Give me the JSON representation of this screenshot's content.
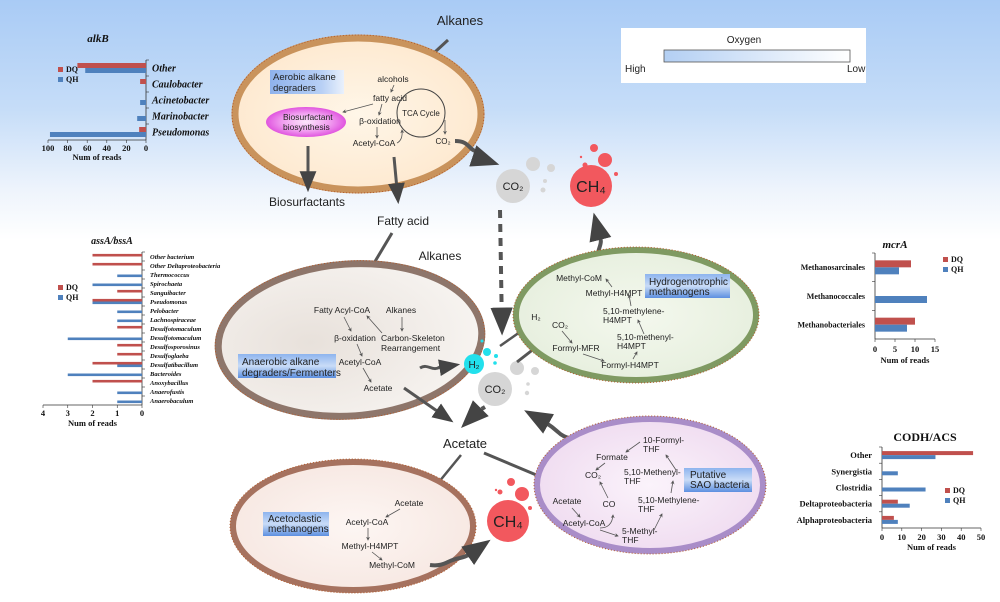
{
  "oxygen_legend": {
    "title": "Oxygen",
    "high_label": "High",
    "low_label": "Low"
  },
  "labels": {
    "alkanes_top": "Alkanes",
    "alkanes_mid": "Alkanes",
    "biosurfactants": "Biosurfactants",
    "fatty_acid": "Fatty acid",
    "acetate_center": "Acetate",
    "co2_bubble_top": "CO₂",
    "co2_bubble_center": "CO₂",
    "ch4_bubble_top": "CH₄",
    "ch4_bubble_bottom": "CH₄",
    "h2_bubble": "H₂"
  },
  "cells": {
    "aerobic": {
      "title": "Aerobic alkane degraders",
      "title_lines": [
        "Aerobic alkane",
        "degraders"
      ],
      "biosurfactant_lines": [
        "Biosurfactant",
        "biosynthesis"
      ],
      "nodes": {
        "alcohols": "alcohols",
        "fatty_acid": "fatty acid",
        "beta_oxidation": "β-oxidation",
        "acetyl_coa": "Acetyl-CoA",
        "tca": "TCA Cycle",
        "co2": "CO₂"
      }
    },
    "anaerobic": {
      "title_lines": [
        "Anaerobic alkane",
        "degraders/Fermenters"
      ],
      "nodes": {
        "fatty_acyl_coa": "Fatty Acyl-CoA",
        "alkanes": "Alkanes",
        "beta_oxidation": "β-oxidation",
        "csr1": "Carbon-Skeleton",
        "csr2": "Rearrangement",
        "acetyl_coa": "Acetyl-CoA",
        "acetate": "Acetate"
      }
    },
    "hydrogenotrophic": {
      "title_lines": [
        "Hydrogenotrophic",
        "methanogens"
      ],
      "nodes": {
        "methyl_com": "Methyl-CoM",
        "methyl_h4mpt": "Methyl-H4MPT",
        "methylene1": "5,10-methylene-",
        "methylene2": "H4MPT",
        "methenyl1": "5,10-methenyl-",
        "methenyl2": "H4MPT",
        "h2": "H₂",
        "co2": "CO₂",
        "formyl_mfr": "Formyl-MFR",
        "formyl_h4mpt": "Formyl-H4MPT"
      }
    },
    "sao": {
      "title_lines": [
        "Putative",
        "SAO bacteria"
      ],
      "nodes": {
        "formyl1": "10-Formyl-",
        "formyl2": "THF",
        "formate": "Formate",
        "co2": "CO₂",
        "methenyl1": "5,10-Methenyl-",
        "methenyl2": "THF",
        "acetate": "Acetate",
        "co": "CO",
        "methylene1": "5,10-Methylene-",
        "methylene2": "THF",
        "acetyl_coa": "Acetyl-CoA",
        "methyl1": "5-Methyl-",
        "methyl2": "THF"
      }
    },
    "acetoclastic": {
      "title_lines": [
        "Acetoclastic",
        "methanogens"
      ],
      "nodes": {
        "acetate": "Acetate",
        "acetyl_coa": "Acetyl-CoA",
        "methyl_h4mpt": "Methyl-H4MPT",
        "methyl_com": "Methyl-CoM"
      }
    }
  },
  "colors": {
    "DQ": "#c0504d",
    "QH": "#4f81bd"
  },
  "chart_data": [
    {
      "id": "alkB",
      "type": "bar",
      "orientation": "horizontal",
      "reversed_x": true,
      "title": "alkB",
      "xlabel": "Num of reads",
      "ylabel": "",
      "xlim": [
        0,
        100
      ],
      "xticks": [
        100,
        80,
        60,
        40,
        20,
        0
      ],
      "categories": [
        "Other",
        "Caulobacter",
        "Acinetobacter",
        "Marinobacter",
        "Pseudomonas"
      ],
      "series": [
        {
          "name": "DQ",
          "values": [
            70,
            6,
            0,
            0,
            7
          ]
        },
        {
          "name": "QH",
          "values": [
            62,
            0,
            6,
            9,
            98
          ]
        }
      ],
      "legend": "left"
    },
    {
      "id": "assA_bssA",
      "type": "bar",
      "orientation": "horizontal",
      "reversed_x": true,
      "title": "assA/bssA",
      "xlabel": "Num of reads",
      "ylabel": "",
      "xlim": [
        0,
        4
      ],
      "xticks": [
        4,
        3,
        2,
        1,
        0
      ],
      "categories": [
        "Other bacterium",
        "Other Deltaproteobacteria",
        "Thermococcus",
        "Spirochaeta",
        "Sanguibacter",
        "Pseudomonas",
        "Pelobacter",
        "Lachnospiraceae",
        "Desulfotomaculum",
        "Desulfotomaculum",
        "Desulfosporosinus",
        "Desulfoglaeba",
        "Desulfatibacillum",
        "Bacteroides",
        "Anoxybacillus",
        "Anaerofustis",
        "Anaerobaculum"
      ],
      "series": [
        {
          "name": "DQ",
          "values": [
            2,
            2,
            0,
            0,
            1,
            2,
            0,
            0,
            1,
            0,
            1,
            1,
            2,
            0,
            2,
            0,
            0
          ]
        },
        {
          "name": "QH",
          "values": [
            0,
            0,
            1,
            2,
            0,
            2,
            1,
            1,
            0,
            3,
            0,
            0,
            1,
            3,
            0,
            1,
            1
          ]
        }
      ],
      "legend": "left"
    },
    {
      "id": "mcrA",
      "type": "bar",
      "orientation": "horizontal",
      "title": "mcrA",
      "xlabel": "Num of reads",
      "ylabel": "",
      "xlim": [
        0,
        15
      ],
      "xticks": [
        0,
        5,
        10,
        15
      ],
      "categories": [
        "Methanosarcinales",
        "Methanococcales",
        "Methanobacteriales"
      ],
      "series": [
        {
          "name": "DQ",
          "values": [
            9,
            0,
            10
          ]
        },
        {
          "name": "QH",
          "values": [
            6,
            13,
            8
          ]
        }
      ],
      "legend": "top-right"
    },
    {
      "id": "CODH_ACS",
      "type": "bar",
      "orientation": "horizontal",
      "title": "CODH/ACS",
      "xlabel": "Num of reads",
      "ylabel": "",
      "xlim": [
        0,
        50
      ],
      "xticks": [
        0,
        10,
        20,
        30,
        40,
        50
      ],
      "categories": [
        "Other",
        "Synergistia",
        "Clostridia",
        "Deltaproteobacteria",
        "Alphaproteobacteria"
      ],
      "series": [
        {
          "name": "DQ",
          "values": [
            46,
            0,
            0,
            8,
            6
          ]
        },
        {
          "name": "QH",
          "values": [
            27,
            8,
            22,
            14,
            8
          ]
        }
      ],
      "legend": "right"
    }
  ]
}
